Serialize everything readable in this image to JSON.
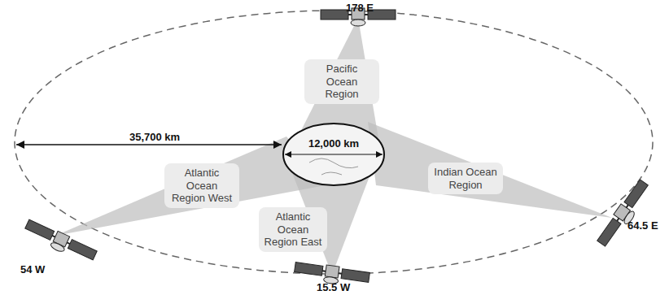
{
  "diagram": {
    "nodes": [
      {
        "text": [
          "Pacific Ocean Region"
        ]
      },
      {
        "text": [
          "12,000 km"
        ]
      },
      {
        "text": [
          "Atlantic Ocean Region West"
        ]
      },
      {
        "text": [
          "Indian Ocean Region"
        ]
      },
      {
        "text": [
          "Atlantic Ocean Region East"
        ]
      }
    ],
    "labels": [
      "178 E",
      "35,700 km",
      "54 W",
      "64.5 E",
      "15.5 W"
    ]
  }
}
